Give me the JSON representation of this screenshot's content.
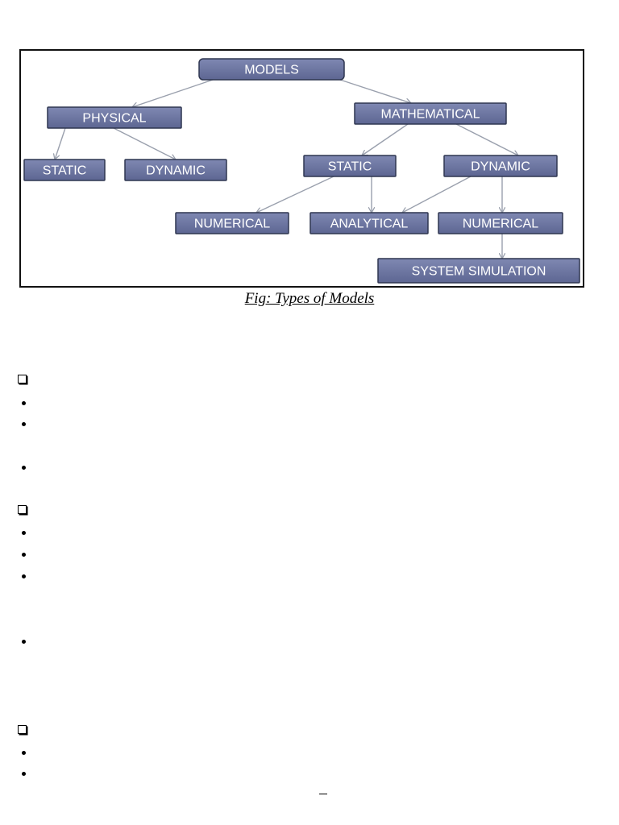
{
  "diagram": {
    "caption": "Fig: Types of Models",
    "colors": {
      "node_fill": "#6b74a0",
      "node_border": "#2f3650",
      "edge": "#9aa0ad"
    },
    "nodes": [
      {
        "id": "models",
        "label": "MODELS"
      },
      {
        "id": "physical",
        "label": "PHYSICAL"
      },
      {
        "id": "mathematical",
        "label": "MATHEMATICAL"
      },
      {
        "id": "physical-static",
        "label": "STATIC"
      },
      {
        "id": "physical-dynamic",
        "label": "DYNAMIC"
      },
      {
        "id": "math-static",
        "label": "STATIC"
      },
      {
        "id": "math-dynamic",
        "label": "DYNAMIC"
      },
      {
        "id": "static-numerical",
        "label": "NUMERICAL"
      },
      {
        "id": "analytical",
        "label": "ANALYTICAL"
      },
      {
        "id": "dynamic-numerical",
        "label": "NUMERICAL"
      },
      {
        "id": "system-simulation",
        "label": "SYSTEM SIMULATION"
      }
    ],
    "edges": [
      [
        "models",
        "physical"
      ],
      [
        "models",
        "mathematical"
      ],
      [
        "physical",
        "physical-static"
      ],
      [
        "physical",
        "physical-dynamic"
      ],
      [
        "mathematical",
        "math-static"
      ],
      [
        "mathematical",
        "math-dynamic"
      ],
      [
        "math-static",
        "static-numerical"
      ],
      [
        "math-static",
        "analytical"
      ],
      [
        "math-dynamic",
        "analytical"
      ],
      [
        "math-dynamic",
        "dynamic-numerical"
      ],
      [
        "dynamic-numerical",
        "system-simulation"
      ]
    ]
  }
}
